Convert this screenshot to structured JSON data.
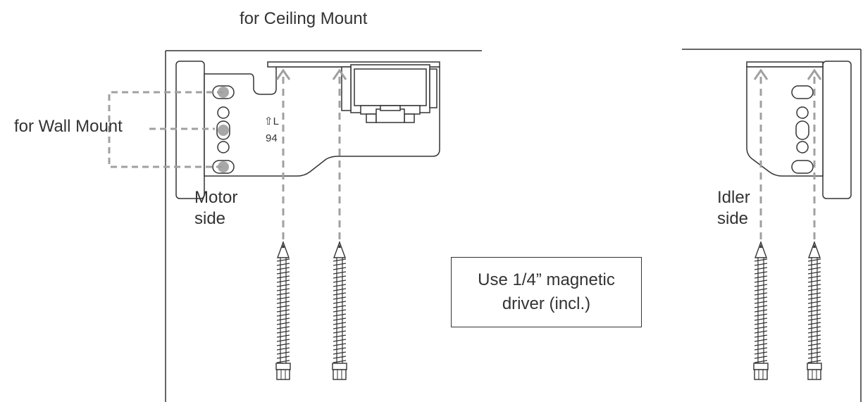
{
  "labels": {
    "ceiling_mount": "for Ceiling Mount",
    "wall_mount": "for Wall Mount",
    "motor_side_line1": "Motor",
    "motor_side_line2": "side",
    "idler_side_line1": "Idler",
    "idler_side_line2": "side"
  },
  "note": {
    "line1": "Use 1/4” magnetic",
    "line2": "driver (incl.)"
  },
  "bracket_marks": {
    "arrow_letter": "⇧L",
    "number": "94"
  },
  "colors": {
    "line": "#333333",
    "dashed_guide": "#a0a0a0",
    "dot": "#a8a8a8"
  }
}
